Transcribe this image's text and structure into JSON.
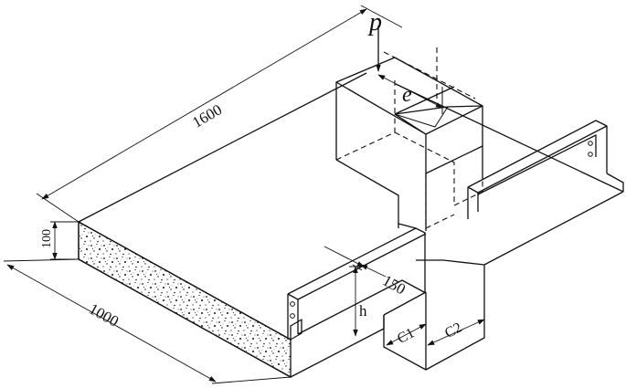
{
  "figure": {
    "load_label": "p",
    "eccentricity_label": "e",
    "length_label": "1600",
    "width_label": "1000",
    "thickness_label": "100",
    "beam_width_label": "150",
    "beam_height_label": "h",
    "c1_label": "C1",
    "c2_label": "C2"
  }
}
